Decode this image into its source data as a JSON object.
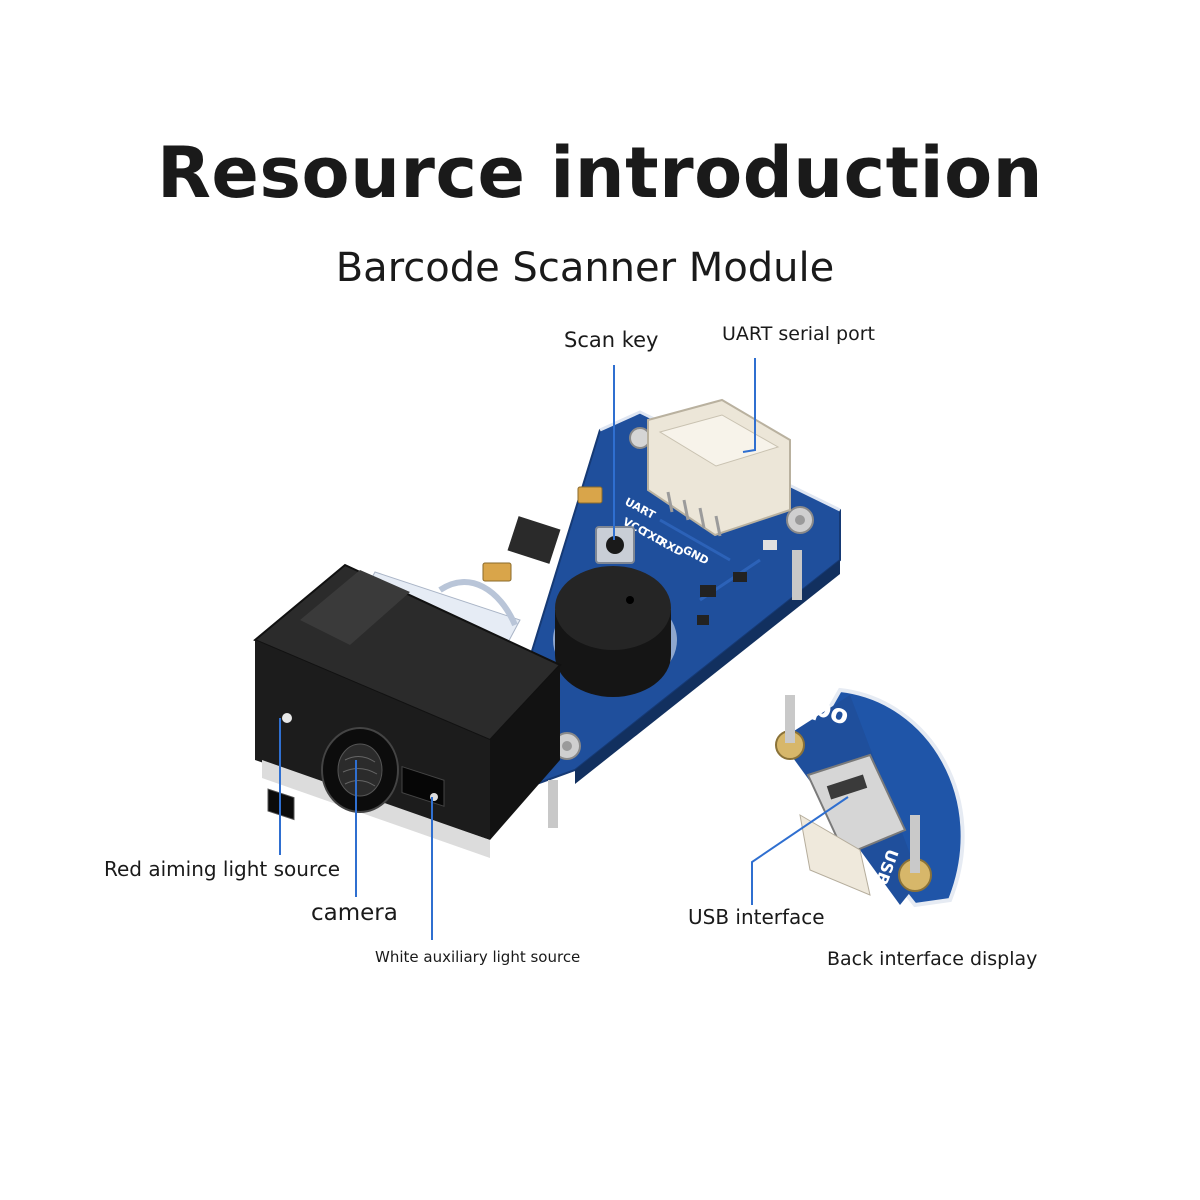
{
  "title": "Resource introduction",
  "subtitle": "Barcode Scanner Module",
  "labels": {
    "scan_key": "Scan key",
    "uart": "UART serial port",
    "red_aiming": "Red aiming light source",
    "camera": "camera",
    "white_aux": "White auxiliary light source",
    "usb": "USB interface",
    "back": "Back interface display"
  },
  "silkscreen": {
    "uart": "UART",
    "vcc": "VCC",
    "txd": "TXD",
    "rxd": "RXD",
    "gnd": "GND",
    "module_fragment": "odule",
    "usb_fragment": "USB"
  },
  "colors": {
    "pcb": "#1f4f9c",
    "pcb_dark": "#173c7a",
    "scanner_body": "#1c1c1c",
    "connector": "#ece6d8",
    "callout_line": "#2f6fd0"
  }
}
